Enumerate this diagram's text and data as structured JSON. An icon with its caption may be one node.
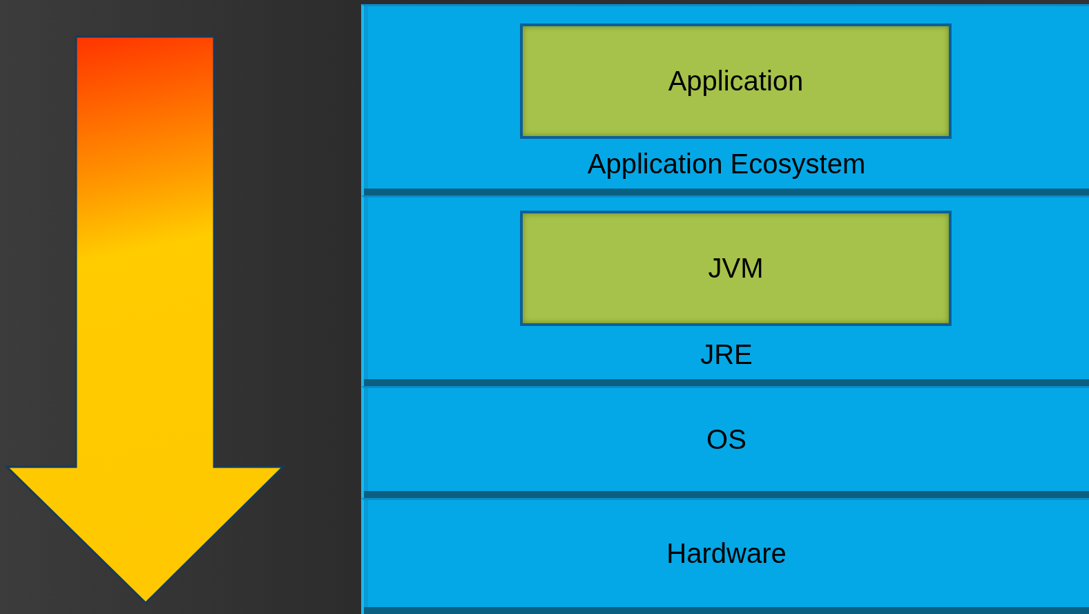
{
  "diagram": {
    "nodes": [
      {
        "text": [
          "Application Ecosystem"
        ]
      },
      {
        "text": [
          "Application"
        ],
        "in": 0
      },
      {
        "text": [
          "JRE"
        ]
      },
      {
        "text": [
          "JVM"
        ],
        "in": 2
      },
      {
        "text": [
          "OS"
        ]
      },
      {
        "text": [
          "Hardware"
        ]
      }
    ]
  }
}
